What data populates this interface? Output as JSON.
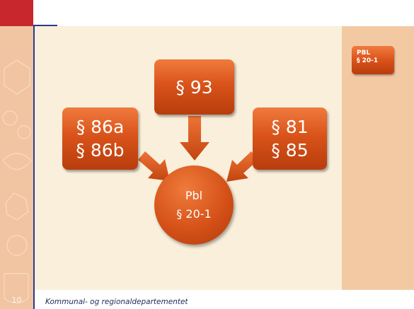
{
  "slide": {
    "page_number": "10",
    "footer": "Kommunal- og regionaldepartementet"
  },
  "diagram": {
    "top_box": "§ 93",
    "left_box": {
      "line1": "§ 86a",
      "line2": "§ 86b"
    },
    "right_box": {
      "line1": "§ 81",
      "line2": "§ 85"
    },
    "center": {
      "line1": "Pbl",
      "line2": "§ 20-1"
    }
  },
  "side_tag": {
    "line1": "PBL",
    "line2": "§ 20-1"
  },
  "colors": {
    "accent": "#d9531a",
    "brand_red": "#c8272d",
    "brand_blue": "#2b3a8a",
    "content_bg": "#f9efdb",
    "side_bg": "#f3c9a4"
  }
}
